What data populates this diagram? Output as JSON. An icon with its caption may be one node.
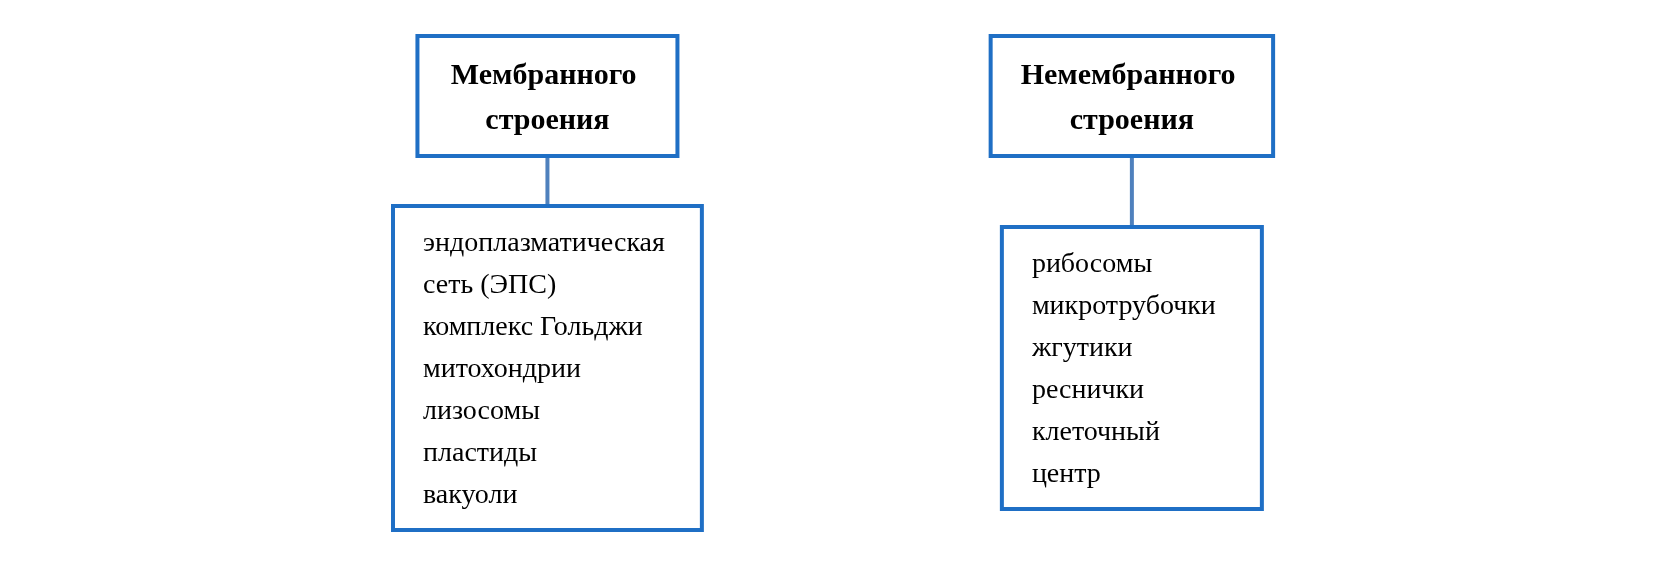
{
  "diagram": {
    "nodes": [
      {
        "text": [
          "Мембранного строения"
        ]
      },
      {
        "text": [
          "эндоплазматическая сеть (ЭПС)",
          "комплекс Гольджи",
          "митохондрии",
          "лизосомы",
          "пластиды",
          "вакуоли"
        ]
      },
      {
        "text": [
          "Немембранного строения"
        ]
      },
      {
        "text": [
          "рибосомы",
          "микротрубочки",
          "жгутики",
          "реснички",
          "клеточный центр"
        ]
      }
    ],
    "edges": [
      {
        "from": 0,
        "to": 1,
        "arrow": "none"
      },
      {
        "from": 2,
        "to": 3,
        "arrow": "none"
      }
    ]
  }
}
